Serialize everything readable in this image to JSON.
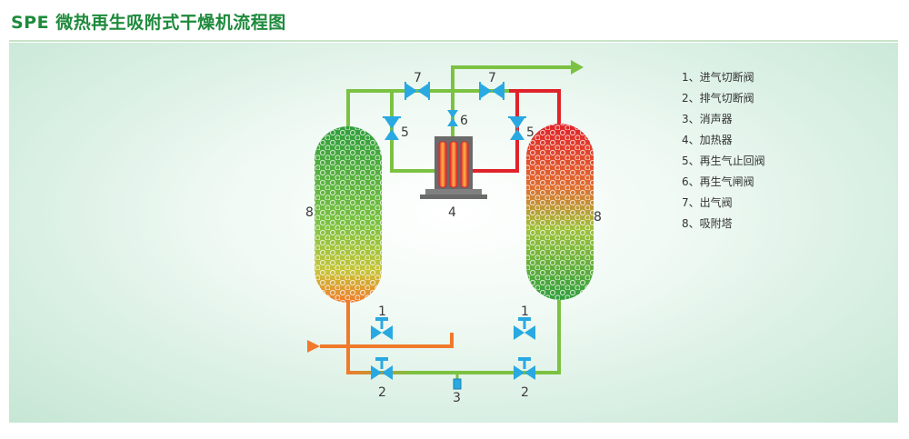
{
  "title": "SPE 微热再生吸附式干燥机流程图",
  "labels": {
    "n1": "1",
    "n2": "2",
    "n3": "3",
    "n4": "4",
    "n5": "5",
    "n6": "6",
    "n7": "7",
    "n8": "8"
  },
  "legend": [
    "1、进气切断阀",
    "2、排气切断阀",
    "3、消声器",
    "4、加热器",
    "5、再生气止回阀",
    "6、再生气闸阀",
    "7、出气阀",
    "8、吸附塔"
  ],
  "colors": {
    "green_line": "#7cc242",
    "red_line": "#e0232a",
    "orange_line": "#f07a2b",
    "valve_blue": "#29a9e1",
    "title_green": "#1e8a3c"
  }
}
